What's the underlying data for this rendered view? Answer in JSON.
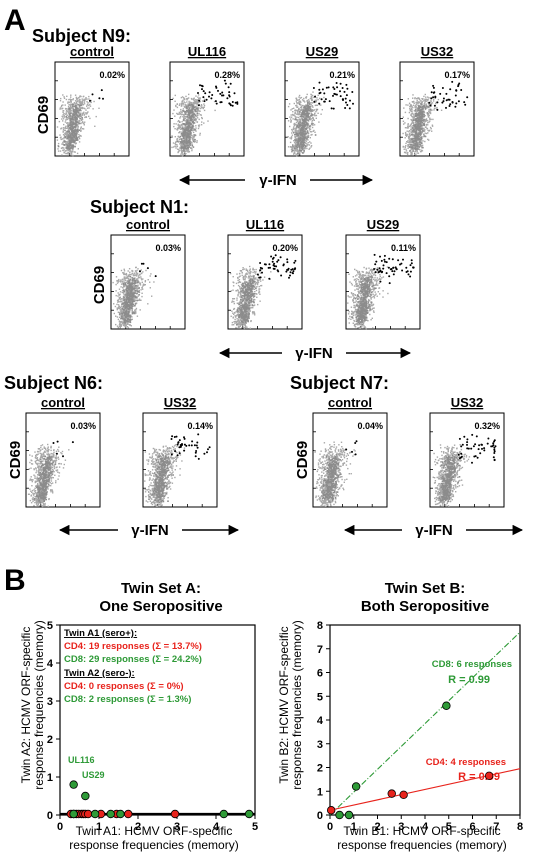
{
  "panel_a": {
    "letter": "A",
    "y_label": "CD69",
    "x_label": "γ-IFN",
    "subjects": [
      {
        "name": "Subject N9:",
        "plots": [
          {
            "condition": "control",
            "percent": "0.02%"
          },
          {
            "condition": "UL116",
            "percent": "0.28%"
          },
          {
            "condition": "US29",
            "percent": "0.21%"
          },
          {
            "condition": "US32",
            "percent": "0.17%"
          }
        ]
      },
      {
        "name": "Subject N1:",
        "plots": [
          {
            "condition": "control",
            "percent": "0.03%"
          },
          {
            "condition": "UL116",
            "percent": "0.20%"
          },
          {
            "condition": "US29",
            "percent": "0.11%"
          }
        ]
      },
      {
        "name": "Subject N6:",
        "plots": [
          {
            "condition": "control",
            "percent": "0.03%"
          },
          {
            "condition": "US32",
            "percent": "0.14%"
          }
        ]
      },
      {
        "name": "Subject N7:",
        "plots": [
          {
            "condition": "control",
            "percent": "0.04%"
          },
          {
            "condition": "US32",
            "percent": "0.32%"
          }
        ]
      }
    ]
  },
  "panel_b": {
    "letter": "B",
    "colors": {
      "cd4": "#e8231c",
      "cd8": "#2e9a37",
      "dot_gray": "#9c9c9c"
    },
    "chart_a": {
      "title_line1": "Twin Set A:",
      "title_line2": "One Seropositive",
      "ylabel_line1": "Twin A2: HCMV ORF-specific",
      "ylabel_line2": "response frequencies (memory)",
      "xlabel_line1": "Twin A1: HCMV ORF-specific",
      "xlabel_line2": "response frequencies (memory)",
      "legend": {
        "head1": "Twin A1 (sero+):",
        "a1_cd4": "CD4: 19 responses (Σ = 13.7%)",
        "a1_cd8": "CD8: 29 responses (Σ = 24.2%)",
        "head2": "Twin A2 (sero-):",
        "a2_cd4": "CD4: 0 responses (Σ = 0%)",
        "a2_cd8": "CD8: 2 responses (Σ = 1.3%)"
      },
      "annotations": {
        "ul116": "UL116",
        "us29": "US29"
      }
    },
    "chart_b": {
      "title_line1": "Twin Set B:",
      "title_line2": "Both Seropositive",
      "ylabel_line1": "Twin B2: HCMV ORF-specific",
      "ylabel_line2": "response frequencies (memory)",
      "xlabel_line1": "Twin B1: HCMV ORF-specific",
      "xlabel_line2": "response frequencies (memory)",
      "cd8_label": "CD8: 6 responses",
      "cd8_r": "R = 0.99",
      "cd4_label": "CD4: 4 responses",
      "cd4_r": "R = 0.99"
    }
  },
  "chart_data": [
    {
      "type": "scatter",
      "title": "Twin Set A: One Seropositive",
      "xlabel": "Twin A1: HCMV ORF-specific response frequencies (memory)",
      "ylabel": "Twin A2: HCMV ORF-specific response frequencies (memory)",
      "xlim": [
        0,
        5
      ],
      "ylim": [
        0,
        5
      ],
      "xticks": [
        0,
        1,
        2,
        3,
        4,
        5
      ],
      "yticks": [
        0,
        1,
        2,
        3,
        4,
        5
      ],
      "series": [
        {
          "name": "CD4",
          "color": "#e8231c",
          "x": [
            0.28,
            0.35,
            0.42,
            0.48,
            0.55,
            0.6,
            0.65,
            0.72,
            1.05,
            1.45,
            1.75,
            2.95
          ],
          "y": [
            0,
            0,
            0,
            0,
            0,
            0,
            0,
            0,
            0,
            0,
            0,
            0
          ]
        },
        {
          "name": "CD8",
          "color": "#2e9a37",
          "x": [
            0.35,
            0.65,
            0.35,
            0.9,
            1.3,
            1.55,
            4.2,
            4.85
          ],
          "y": [
            0.8,
            0.5,
            0,
            0,
            0,
            0,
            0,
            0
          ]
        }
      ]
    },
    {
      "type": "scatter",
      "title": "Twin Set B: Both Seropositive",
      "xlabel": "Twin B1: HCMV ORF-specific response frequencies (memory)",
      "ylabel": "Twin B2: HCMV ORF-specific response frequencies (memory)",
      "xlim": [
        0,
        8
      ],
      "ylim": [
        0,
        8
      ],
      "xticks": [
        0,
        1,
        2,
        3,
        4,
        5,
        6,
        7,
        8
      ],
      "yticks": [
        0,
        1,
        2,
        3,
        4,
        5,
        6,
        7,
        8
      ],
      "series": [
        {
          "name": "CD8",
          "color": "#2e9a37",
          "x": [
            0.4,
            0.8,
            1.1,
            4.9
          ],
          "y": [
            0,
            0,
            1.2,
            4.6
          ],
          "fit": {
            "x": [
              0,
              8
            ],
            "y": [
              0,
              7.7
            ]
          }
        },
        {
          "name": "CD4",
          "color": "#e8231c",
          "x": [
            0.05,
            2.6,
            3.1,
            6.7
          ],
          "y": [
            0.2,
            0.9,
            0.85,
            1.65
          ],
          "fit": {
            "x": [
              0,
              8
            ],
            "y": [
              0.2,
              1.95
            ]
          }
        }
      ]
    }
  ]
}
